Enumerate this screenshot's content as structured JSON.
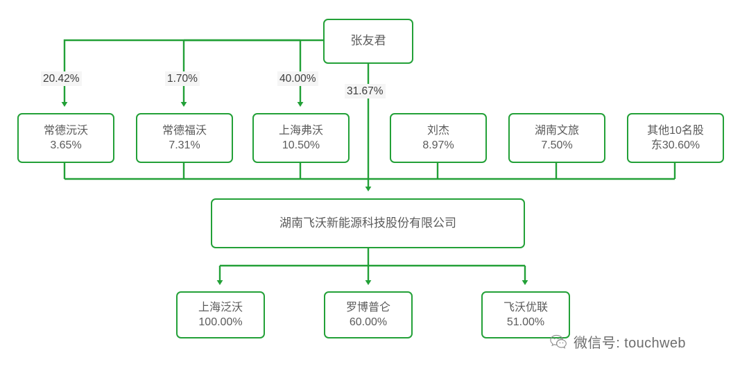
{
  "diagram": {
    "type": "org-shareholding-chart",
    "accent_color": "#22a037",
    "text_color": "#5a5a5a",
    "label_bg": "#f5f5f5",
    "root": {
      "name": "张友君"
    },
    "company": {
      "name": "湖南飞沃新能源科技股份有限公司"
    },
    "edge_labels": [
      {
        "value": "20.42%",
        "from": "张友君",
        "to": "常德沅沃"
      },
      {
        "value": "1.70%",
        "from": "张友君",
        "to": "常德福沃"
      },
      {
        "value": "40.00%",
        "from": "张友君",
        "to": "上海弗沃"
      },
      {
        "value": "31.67%",
        "from": "张友君",
        "to": "湖南飞沃新能源科技股份有限公司"
      }
    ],
    "shareholders": [
      {
        "name": "常德沅沃",
        "percent": "3.65%"
      },
      {
        "name": "常德福沃",
        "percent": "7.31%"
      },
      {
        "name": "上海弗沃",
        "percent": "10.50%"
      },
      {
        "name": "刘杰",
        "percent": "8.97%"
      },
      {
        "name": "湖南文旅",
        "percent": "7.50%"
      },
      {
        "name": "其他10名股",
        "percent": "东30.60%"
      }
    ],
    "subsidiaries": [
      {
        "name": "上海泛沃",
        "percent": "100.00%"
      },
      {
        "name": "罗博普仑",
        "percent": "60.00%"
      },
      {
        "name": "飞沃优联",
        "percent": "51.00%"
      }
    ]
  },
  "watermark": {
    "icon": "wechat-icon",
    "text": "微信号: touchweb"
  }
}
